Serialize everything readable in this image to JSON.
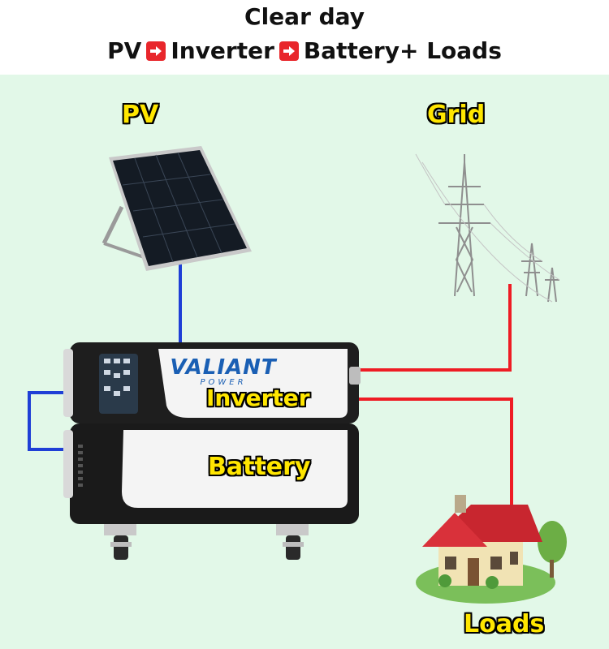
{
  "header": {
    "title": "Clear day",
    "flow": {
      "step1": "PV",
      "step2": "Inverter",
      "step3": "Battery+ Loads"
    }
  },
  "labels": {
    "pv": "PV",
    "grid": "Grid",
    "inverter": "Inverter",
    "battery": "Battery",
    "loads": "Loads"
  },
  "brand": {
    "name": "VALIANT",
    "sub": "POWER"
  },
  "colors": {
    "panel_bg": "#e2f8e8",
    "dc_line": "#1f3fd6",
    "ac_line": "#ee1c24",
    "arrow_badge": "#e8262b",
    "label_fill": "#ffe600",
    "brand": "#1a5fb4"
  }
}
